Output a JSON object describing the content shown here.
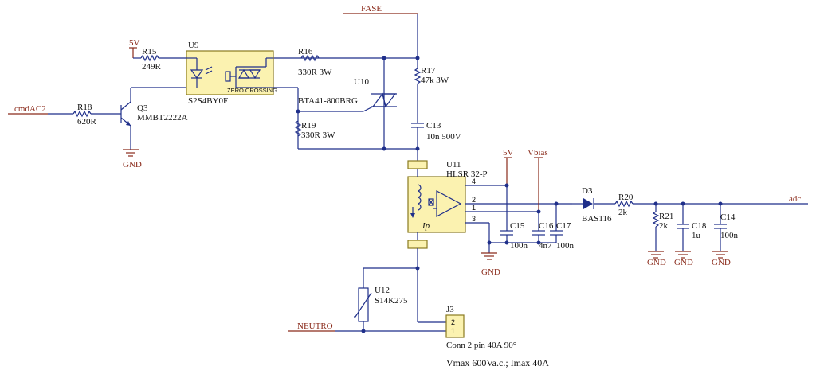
{
  "nets": {
    "fase": "FASE",
    "neutro": "NEUTRO",
    "cmd": "cmdAC2",
    "adc": "adc",
    "v5_a": "5V",
    "v5_b": "5V",
    "vbias": "Vbias",
    "gnd": "GND"
  },
  "components": {
    "R15": {
      "ref": "R15",
      "value": "249R"
    },
    "R16": {
      "ref": "R16",
      "value": "330R 3W"
    },
    "R17": {
      "ref": "R17",
      "value": "47k 3W"
    },
    "R18": {
      "ref": "R18",
      "value": "620R"
    },
    "R19": {
      "ref": "R19",
      "value": "330R 3W"
    },
    "R20": {
      "ref": "R20",
      "value": "2k"
    },
    "R21": {
      "ref": "R21",
      "value": "2k"
    },
    "U9": {
      "ref": "U9",
      "value": "S2S4BY0F",
      "label": "ZERO CROSSING"
    },
    "U10": {
      "ref": "U10",
      "value": "BTA41-800BRG"
    },
    "U11": {
      "ref": "U11",
      "value": "HLSR 32-P",
      "ip": "Ip"
    },
    "U12": {
      "ref": "U12",
      "value": "S14K275"
    },
    "Q3": {
      "ref": "Q3",
      "value": "MMBT2222A"
    },
    "C13": {
      "ref": "C13",
      "value": "10n 500V"
    },
    "C14": {
      "ref": "C14",
      "value": "100n"
    },
    "C15": {
      "ref": "C15",
      "value": "100n"
    },
    "C16": {
      "ref": "C16",
      "value": "4n7"
    },
    "C17": {
      "ref": "C17",
      "value": "100n"
    },
    "C18": {
      "ref": "C18",
      "value": "1u"
    },
    "D3": {
      "ref": "D3",
      "value": "BAS116"
    },
    "J3": {
      "ref": "J3",
      "value": "Conn 2 pin 40A 90°"
    }
  },
  "pins": {
    "u11_4": "4",
    "u11_2": "2",
    "u11_1": "1",
    "u11_3": "3",
    "j3_2": "2",
    "j3_1": "1"
  },
  "note": "Vmax 600Va.c.; Imax 40A"
}
